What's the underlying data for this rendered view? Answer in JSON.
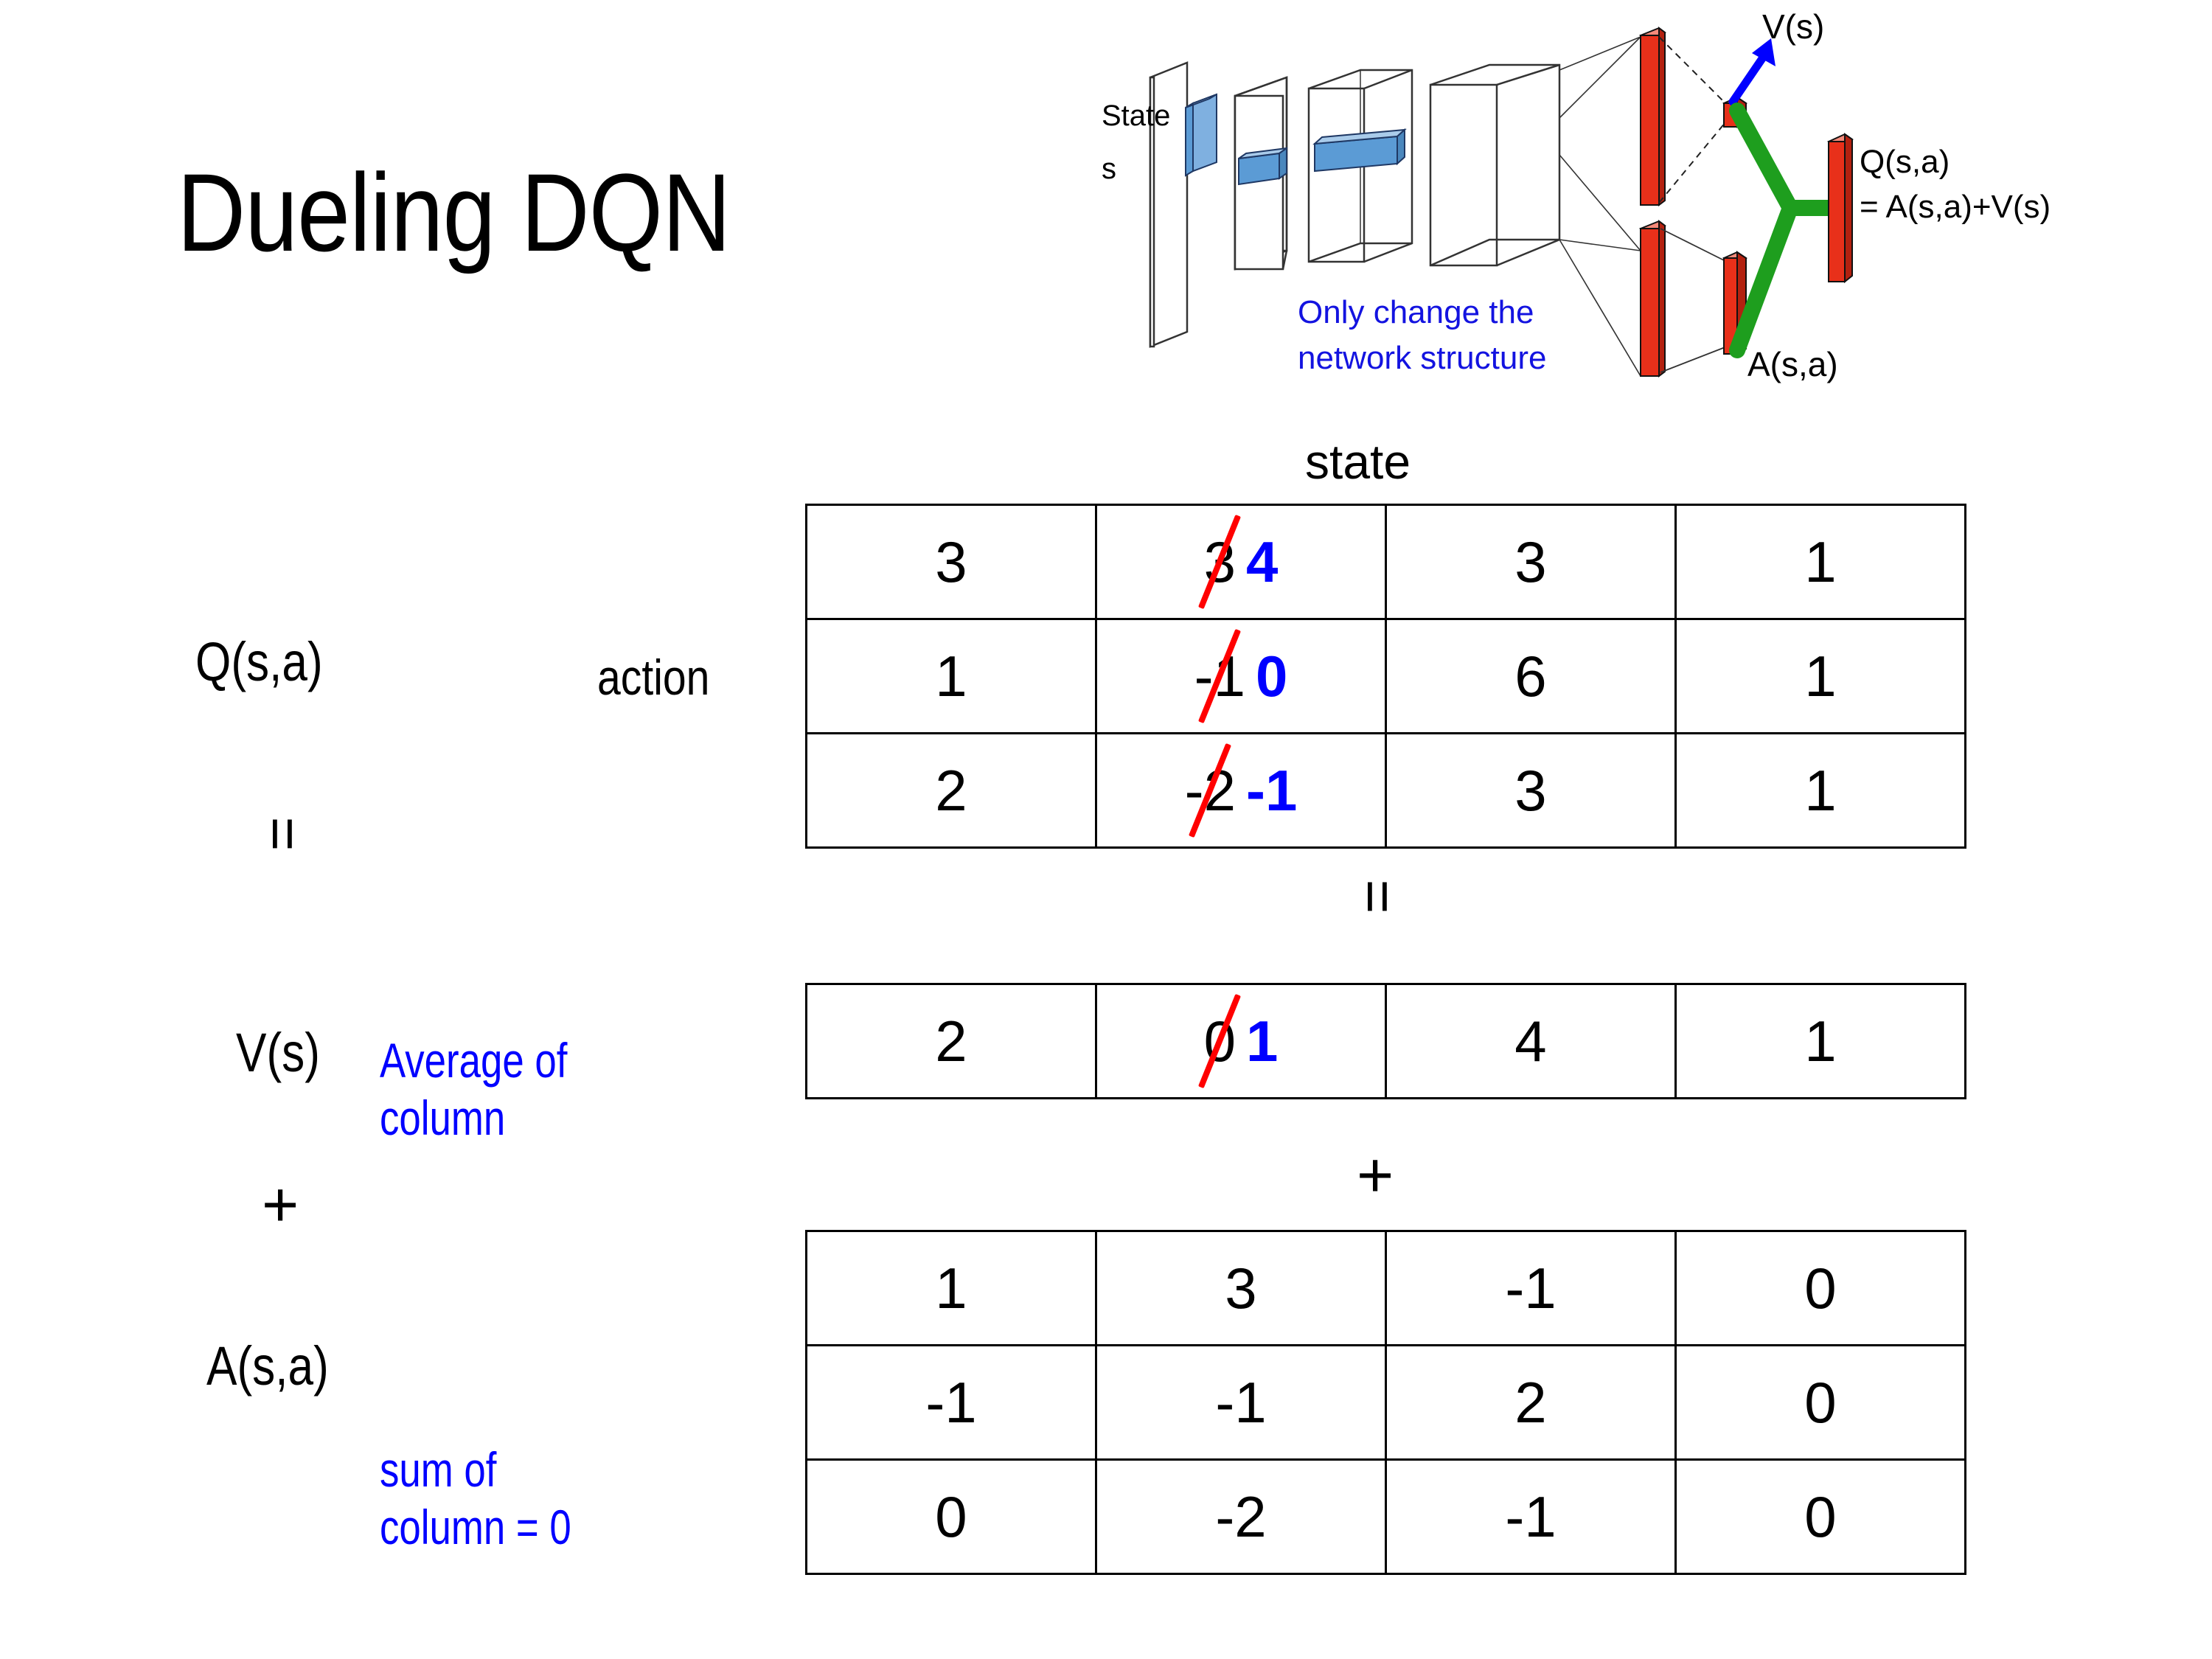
{
  "title": "Dueling DQN",
  "diagram": {
    "state_label_line1": "State",
    "state_label_line2": "s",
    "note_line1": "Only change the",
    "note_line2": "network structure",
    "v_label": "V(s)",
    "a_label": "A(s,a)",
    "q_label_line1": "Q(s,a)",
    "q_label_line2": "= A(s,a)+V(s)",
    "colors": {
      "note": "#1313e0",
      "arrow": "#0000FF",
      "bar": "#e8301a",
      "connector": "#1e9e1e",
      "block": "#5b9bd5"
    }
  },
  "axes": {
    "state_header": "state",
    "action_header": "action"
  },
  "labels": {
    "q": "Q(s,a)",
    "v": "V(s)",
    "a": "A(s,a)",
    "note_v_line1": "Average of",
    "note_v_line2": "column",
    "note_a_line1": "sum of",
    "note_a_line2": "column = 0"
  },
  "operators": {
    "equals": "=",
    "plus": "+"
  },
  "colors": {
    "correction": "#0000FF",
    "strikeout": "#FF0000"
  },
  "chart_data": {
    "type": "table",
    "title": "Dueling DQN decomposition Q(s,a) = V(s) + A(s,a)",
    "xlabel": "state",
    "ylabel": "action",
    "tables": [
      {
        "name": "Q(s,a)",
        "rows": 3,
        "cols": 4,
        "values": [
          [
            "3",
            "3",
            "3",
            "1"
          ],
          [
            "1",
            "-1",
            "6",
            "1"
          ],
          [
            "2",
            "-2",
            "3",
            "1"
          ]
        ],
        "corrections": [
          {
            "row": 0,
            "col": 1,
            "old": "3",
            "new": "4"
          },
          {
            "row": 1,
            "col": 1,
            "old": "-1",
            "new": "0"
          },
          {
            "row": 2,
            "col": 1,
            "old": "-2",
            "new": "-1"
          }
        ]
      },
      {
        "name": "V(s)",
        "rows": 1,
        "cols": 4,
        "values": [
          [
            "2",
            "0",
            "4",
            "1"
          ]
        ],
        "corrections": [
          {
            "row": 0,
            "col": 1,
            "old": "0",
            "new": "1"
          }
        ]
      },
      {
        "name": "A(s,a)",
        "rows": 3,
        "cols": 4,
        "values": [
          [
            "1",
            "3",
            "-1",
            "0"
          ],
          [
            "-1",
            "-1",
            "2",
            "0"
          ],
          [
            "0",
            "-2",
            "-1",
            "0"
          ]
        ],
        "corrections": []
      }
    ]
  }
}
